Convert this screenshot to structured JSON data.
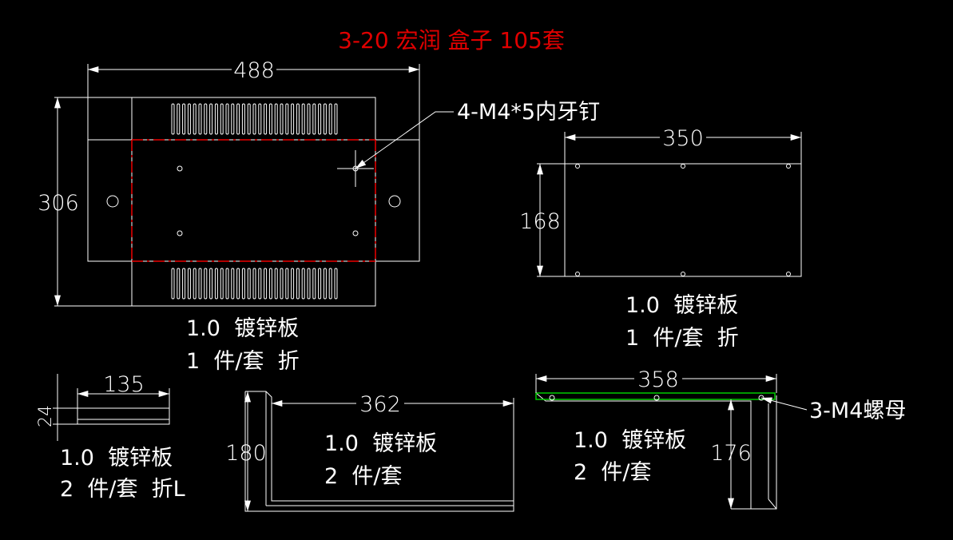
{
  "title": "3-20  宏润  盒子 105套",
  "colors": {
    "title": "#e00000",
    "centerline": "#e00000",
    "highlight": "#00cc00",
    "lines": "#ffffff",
    "background": "#000000"
  },
  "main_view": {
    "dim_width": "488",
    "dim_height": "306",
    "callout": "4-M4*5内牙钉",
    "spec": "1.0  镀锌板",
    "qty": "1  件/套  折"
  },
  "side_view": {
    "dim_width": "350",
    "dim_height": "168",
    "spec": "1.0  镀锌板",
    "qty": "1  件/套  折"
  },
  "small_part": {
    "dim_width": "135",
    "dim_height": "24",
    "spec": "1.0  镀锌板",
    "qty": "2  件/套  折L"
  },
  "l_part": {
    "dim_width": "362",
    "dim_height": "180",
    "spec": "1.0  镀锌板",
    "qty": "2  件/套"
  },
  "bracket_part": {
    "dim_width": "358",
    "dim_height": "176",
    "callout": "3-M4螺母",
    "spec": "1.0  镀锌板",
    "qty": "2  件/套"
  }
}
